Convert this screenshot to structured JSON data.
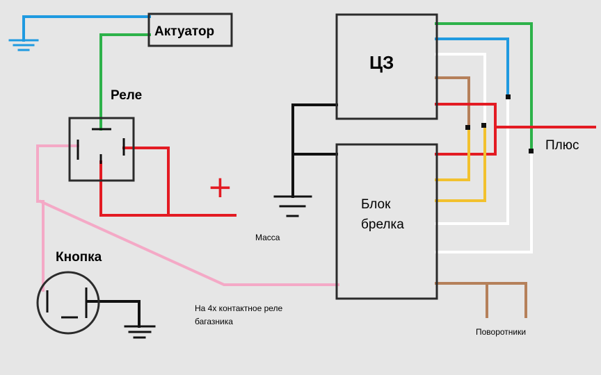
{
  "labels": {
    "actuator": "Актуатор",
    "relay": "Реле",
    "central_lock": "ЦЗ",
    "fob_unit_line1": "Блок",
    "fob_unit_line2": "брелка",
    "plus_word": "Плюс",
    "plus_sign": "+",
    "button": "Кнопка",
    "ground": "Масса",
    "trunk_note_line1": "На 4х контактное реле",
    "trunk_note_line2": "багазника",
    "turn_signals": "Поворотники"
  },
  "colors": {
    "background": "#e6e6e6",
    "outline": "#2b2b2b",
    "blue_wire": "#1f9ae0",
    "green_wire": "#2db24a",
    "red_wire": "#e31b23",
    "pink_wire": "#f4a9c6",
    "white_wire": "#ffffff",
    "yellow_wire": "#f2c12e",
    "brown_wire": "#b5805a",
    "black_wire": "#111111"
  }
}
